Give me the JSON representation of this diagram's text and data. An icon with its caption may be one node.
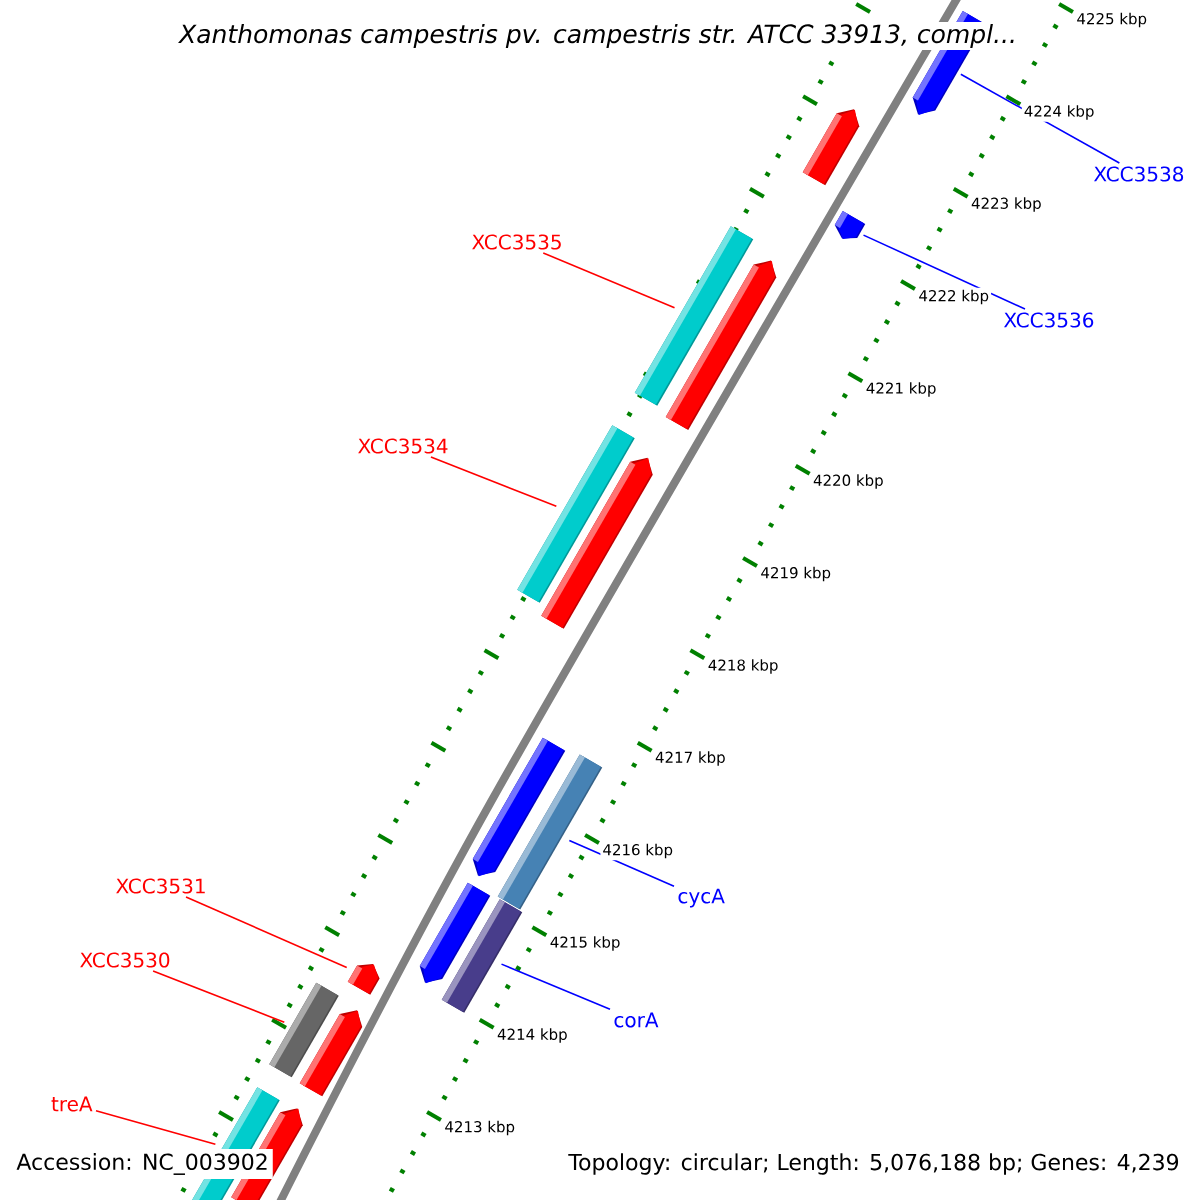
{
  "diagram": {
    "title": "Xanthomonas campestris pv. campestris str. ATCC 33913, compl...",
    "nodes": [
      {
        "text": [],
        "shape": "arrow"
      },
      {
        "text": [],
        "shape": "arrow"
      },
      {
        "text": [
          "XCC3538"
        ]
      },
      {
        "text": [],
        "shape": "arrow"
      },
      {
        "text": [
          "XCC3535"
        ]
      },
      {
        "text": [],
        "shape": "bar"
      },
      {
        "text": [
          "XCC3536"
        ]
      },
      {
        "text": [],
        "shape": "arrow"
      },
      {
        "text": [
          "XCC3534"
        ]
      },
      {
        "text": [],
        "shape": "bar"
      },
      {
        "text": [],
        "shape": "arrow"
      },
      {
        "text": [],
        "shape": "arrow"
      },
      {
        "text": [],
        "shape": "bar"
      },
      {
        "text": [
          "XCC3531"
        ]
      },
      {
        "text": [
          "cycA"
        ]
      },
      {
        "text": [],
        "shape": "arrow"
      },
      {
        "text": [],
        "shape": "bar"
      },
      {
        "text": [
          "XCC3530"
        ]
      },
      {
        "text": [],
        "shape": "arrow"
      },
      {
        "text": [
          "corA"
        ]
      },
      {
        "text": [],
        "shape": "bar"
      },
      {
        "text": [],
        "shape": "arrow"
      },
      {
        "text": [
          "treA"
        ]
      },
      {
        "text": [],
        "shape": "bar"
      },
      {
        "text": [],
        "shape": "arrow"
      }
    ],
    "edges": [
      {
        "from": 2,
        "to": 0,
        "arrow": "none",
        "color": "#0000ff"
      },
      {
        "from": 4,
        "to": 5,
        "arrow": "none"
      },
      {
        "from": 6,
        "to": 3,
        "arrow": "none",
        "color": "#0000ff"
      },
      {
        "from": 8,
        "to": 9,
        "arrow": "none"
      },
      {
        "from": 13,
        "to": 18,
        "arrow": "none"
      },
      {
        "from": 14,
        "to": 12,
        "arrow": "none",
        "color": "#0000ff"
      },
      {
        "from": 17,
        "to": 20,
        "arrow": "none"
      },
      {
        "from": 19,
        "to": 16,
        "arrow": "none",
        "color": "#0000ff"
      },
      {
        "from": 22,
        "to": 23,
        "arrow": "none"
      }
    ],
    "labels": [
      "4225 kbp",
      "4224 kbp",
      "4223 kbp",
      "4222 kbp",
      "4221 kbp",
      "4220 kbp",
      "4219 kbp",
      "4218 kbp",
      "4217 kbp",
      "4216 kbp",
      "4215 kbp",
      "4214 kbp",
      "4213 kbp",
      "Accession: NC_003902",
      "Topology: circular; Length: 5,076,188 bp; Genes: 4,239"
    ]
  }
}
